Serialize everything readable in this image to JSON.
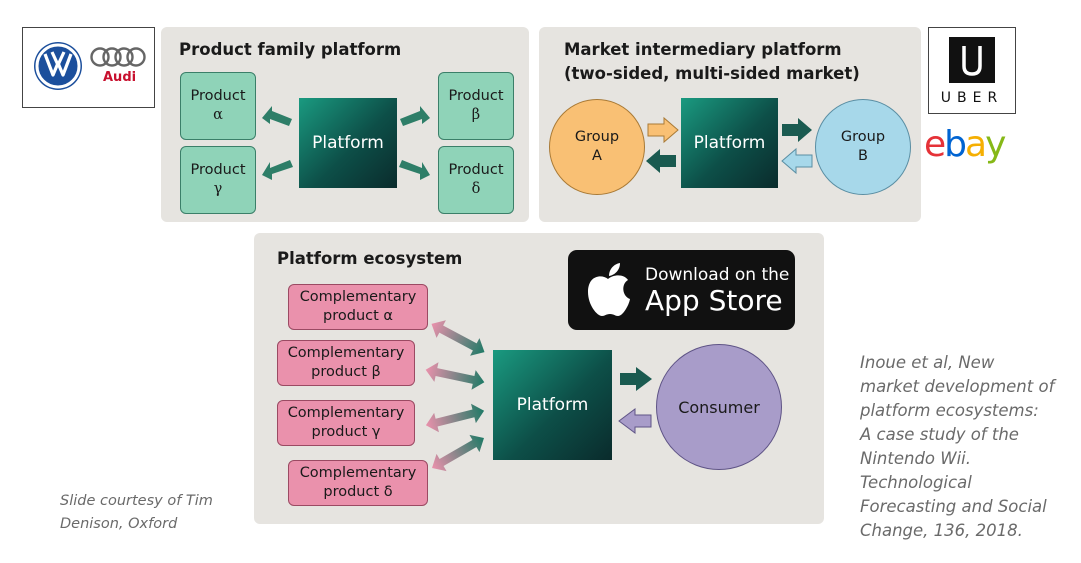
{
  "colors": {
    "panel_bg": "#e6e4e0",
    "mint": "#8fd3b8",
    "pink": "#ea91ac",
    "platform_dark": "#0d4f48",
    "orange": "#f9c074",
    "light_blue": "#a7d8ea",
    "lavender": "#a89cc9",
    "ebay_red": "#e53238",
    "ebay_blue": "#0064d2",
    "ebay_yellow": "#f5af02",
    "ebay_green": "#86b817"
  },
  "logos": {
    "vw": "vw-logo",
    "audi_rings": "audi-rings-logo",
    "audi_text": "Audi",
    "uber_text": "UBER",
    "ebay": [
      "e",
      "b",
      "a",
      "y"
    ],
    "apple": "apple-icon"
  },
  "product_family": {
    "title": "Product family platform",
    "platform": "Platform",
    "products": [
      {
        "label": "Product",
        "greek": "α"
      },
      {
        "label": "Product",
        "greek": "β"
      },
      {
        "label": "Product",
        "greek": "γ"
      },
      {
        "label": "Product",
        "greek": "δ"
      }
    ]
  },
  "market": {
    "title_line1": "Market intermediary platform",
    "title_line2": "(two-sided, multi-sided market)",
    "platform": "Platform",
    "group_a": {
      "label": "Group",
      "letter": "A"
    },
    "group_b": {
      "label": "Group",
      "letter": "B"
    }
  },
  "ecosystem": {
    "title": "Platform ecosystem",
    "platform": "Platform",
    "consumer": "Consumer",
    "complements": [
      {
        "line1": "Complementary",
        "line2": "product α"
      },
      {
        "line1": "Complementary",
        "line2": "product β"
      },
      {
        "line1": "Complementary",
        "line2": "product γ"
      },
      {
        "line1": "Complementary",
        "line2": "product δ"
      }
    ],
    "app_store": {
      "line1": "Download on the",
      "line2": "App Store"
    }
  },
  "notes": {
    "courtesy": "Slide courtesy of Tim\nDenison, Oxford",
    "citation": "Inoue et al, New\nmarket development of\nplatform ecosystems:\nA case study of the\nNintendo Wii.\nTechnological\nForecasting and Social\nChange, 136, 2018."
  }
}
